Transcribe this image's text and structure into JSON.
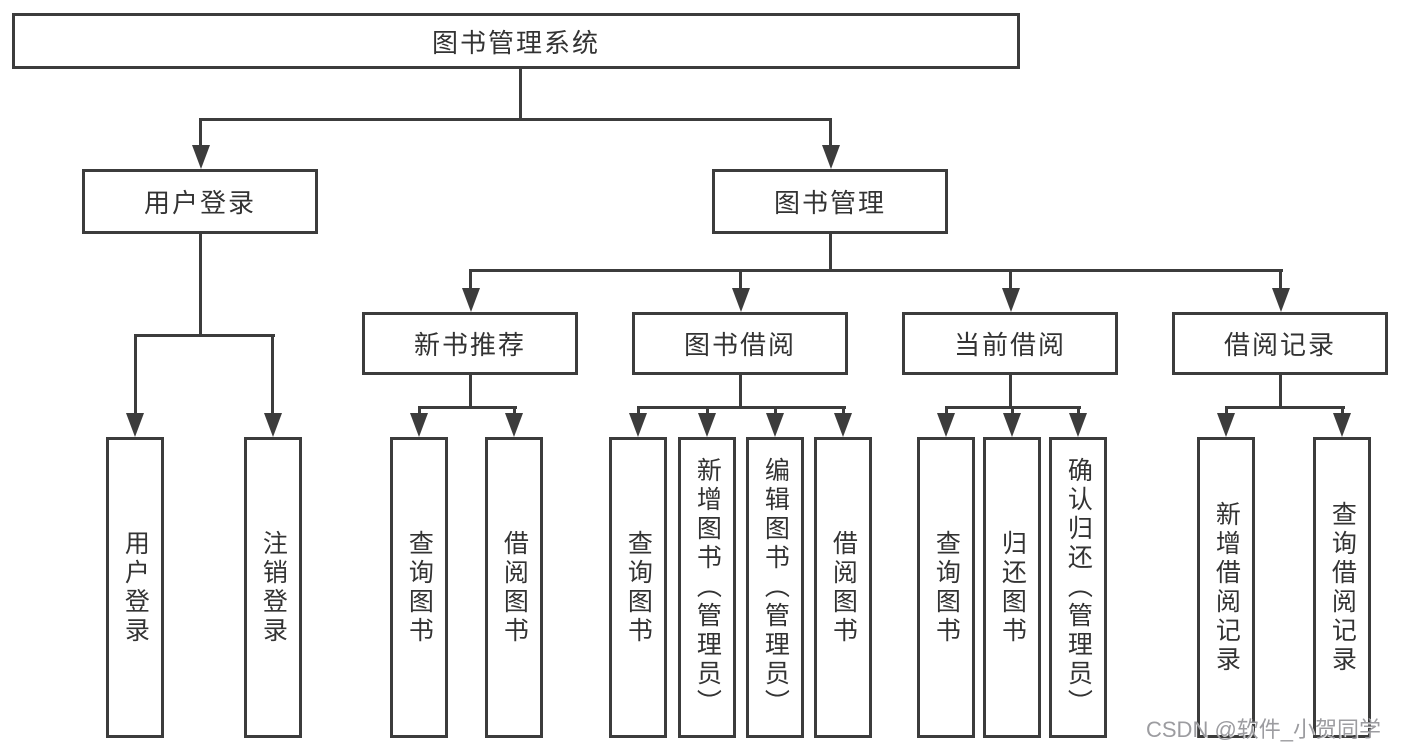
{
  "tree": {
    "root": {
      "label": "图书管理系统",
      "children": [
        {
          "label": "用户登录",
          "children": [
            {
              "label": "用户登录"
            },
            {
              "label": "注销登录"
            }
          ]
        },
        {
          "label": "图书管理",
          "children": [
            {
              "label": "新书推荐",
              "children": [
                {
                  "label": "查询图书"
                },
                {
                  "label": "借阅图书"
                }
              ]
            },
            {
              "label": "图书借阅",
              "children": [
                {
                  "label": "查询图书"
                },
                {
                  "label": "新增图书（管理员）"
                },
                {
                  "label": "编辑图书（管理员）"
                },
                {
                  "label": "借阅图书"
                }
              ]
            },
            {
              "label": "当前借阅",
              "children": [
                {
                  "label": "查询图书"
                },
                {
                  "label": "归还图书"
                },
                {
                  "label": "确认归还（管理员）"
                }
              ]
            },
            {
              "label": "借阅记录",
              "children": [
                {
                  "label": "新增借阅记录"
                },
                {
                  "label": "查询借阅记录"
                }
              ]
            }
          ]
        }
      ]
    }
  },
  "watermark": {
    "text": "CSDN @软件_小贺同学",
    "color": "#919196"
  },
  "colors": {
    "line": "#3c3c3c",
    "box_border": "#3c3c3c",
    "text": "#333333",
    "background": "#ffffff"
  }
}
